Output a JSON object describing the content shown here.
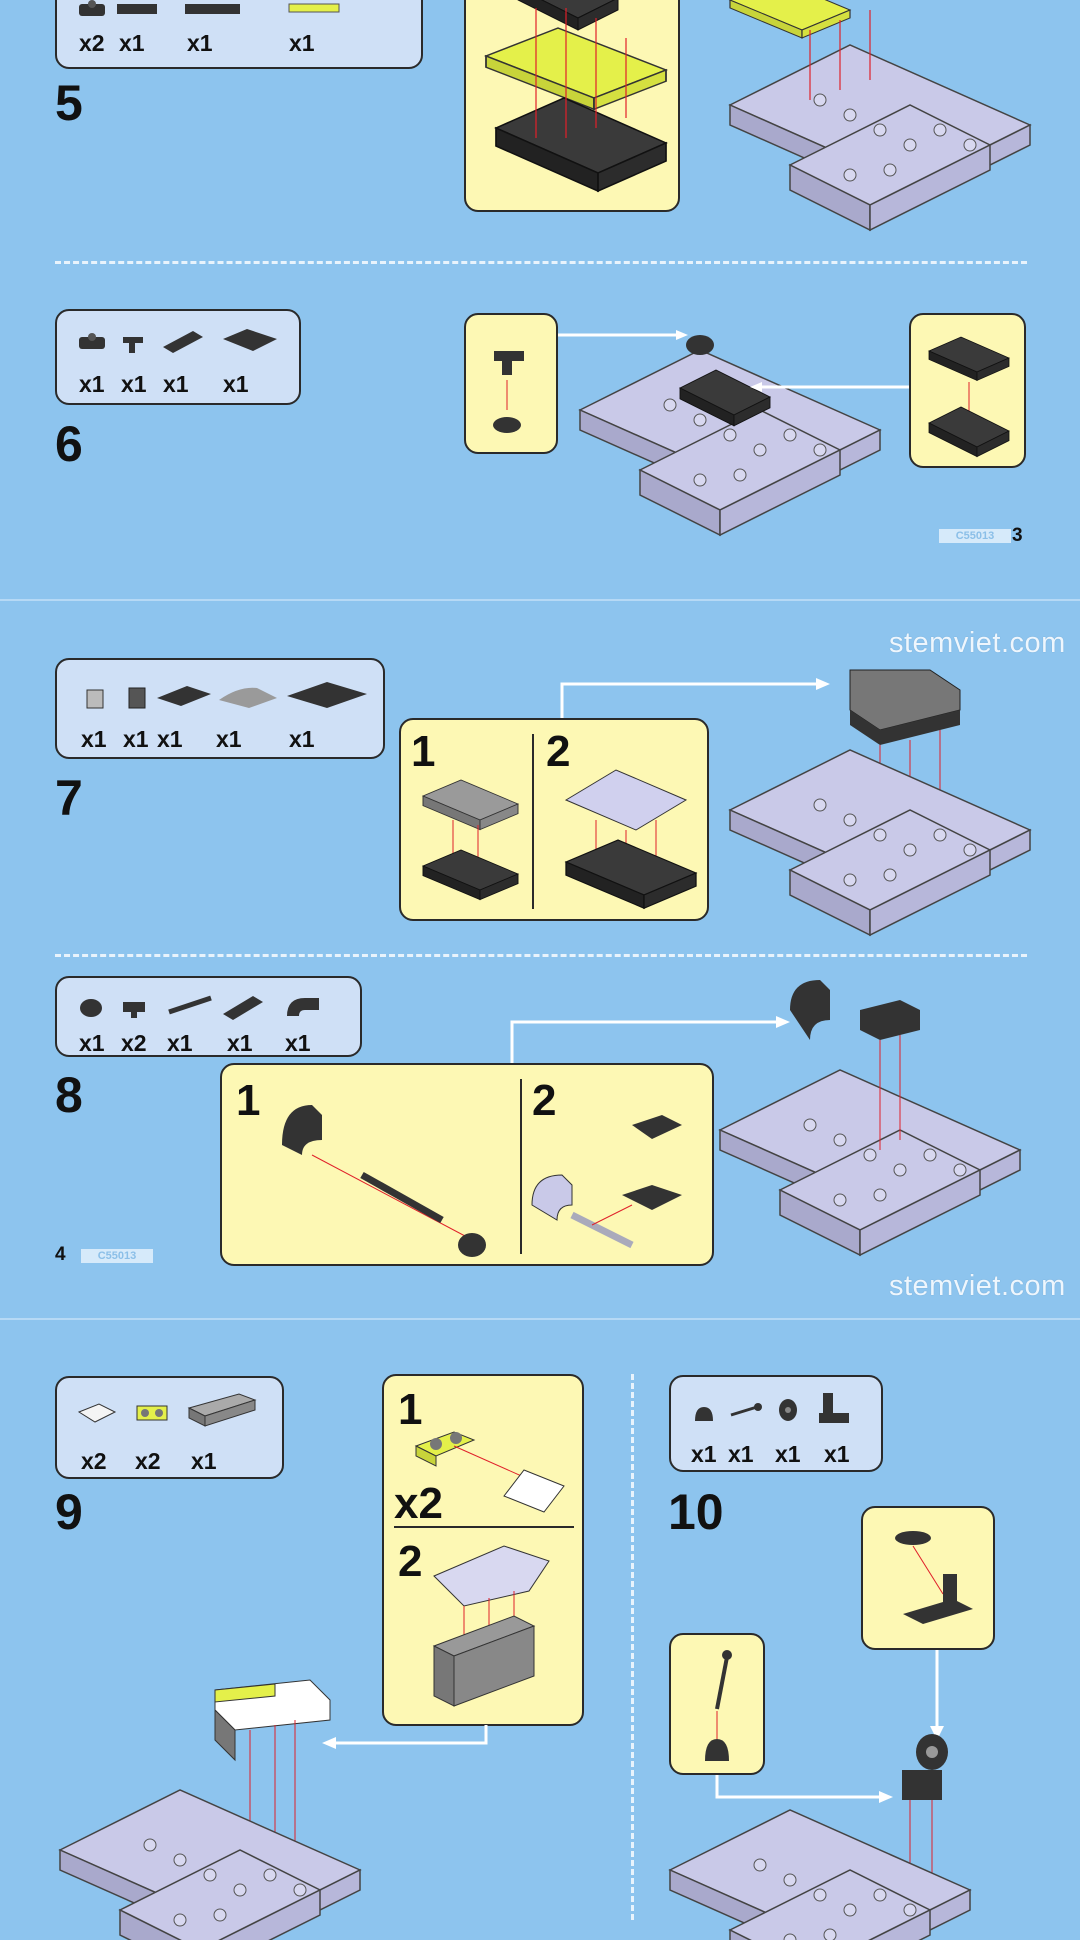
{
  "watermark": "stemviet.com",
  "pages": [
    {
      "page_number": "3",
      "code": "C55013"
    },
    {
      "page_number": "4",
      "code": "C55013"
    }
  ],
  "steps": [
    {
      "number": "5",
      "counts": [
        "x2",
        "x1",
        "x1",
        "x1"
      ]
    },
    {
      "number": "6",
      "counts": [
        "x1",
        "x1",
        "x1",
        "x1"
      ]
    },
    {
      "number": "7",
      "counts": [
        "x1",
        "x1",
        "x1",
        "x1",
        "x1"
      ],
      "substeps": [
        "1",
        "2"
      ]
    },
    {
      "number": "8",
      "counts": [
        "x1",
        "x2",
        "x1",
        "x1",
        "x1"
      ],
      "substeps": [
        "1",
        "2"
      ]
    },
    {
      "number": "9",
      "counts": [
        "x2",
        "x2",
        "x1"
      ],
      "substeps": [
        "1",
        "2"
      ],
      "multiplier": "x2"
    },
    {
      "number": "10",
      "counts": [
        "x1",
        "x1",
        "x1",
        "x1"
      ]
    }
  ],
  "colors": {
    "background": "#8dc4ee",
    "parts_box": "#cfe0f6",
    "callout": "#fdf8b4",
    "brick_light": "#c9c9e8",
    "brick_dark": "#2e2e2e",
    "brick_lime": "#e4f04a",
    "arrow": "#e0202a"
  }
}
